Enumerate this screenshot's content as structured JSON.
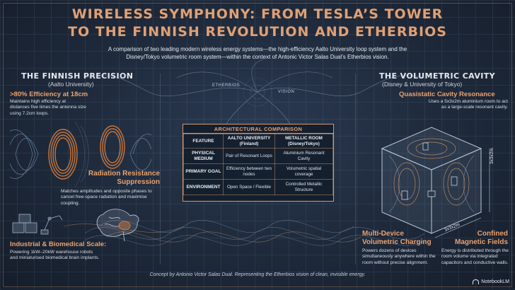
{
  "title": {
    "line1": "WIRELESS SYMPHONY: FROM TESLA’S TOWER",
    "line2": "TO THE FINNISH REVOLUTION AND ETHERBIOS"
  },
  "intro": "A comparison of two leading modern wireless energy systems—the high-efficiency Aalto University loop system and the Disney/Tokyo volumetric room system—within the context of Antonic Victor Salas Dual’s Etherbios vision.",
  "left": {
    "title": "THE FINNISH PRECISION",
    "subtitle": "(Aalto University)",
    "efficiency": {
      "heading": ">80% Efficiency at 18cm",
      "text": "Maintains high efficiency at distances five times the antenna size using 7.2cm loops."
    },
    "radiation": {
      "heading_line1": "Radiation Resistance",
      "heading_line2": "Suppression",
      "text": "Matches amplitudes and opposite phases to cancel free-space radiation and maximise coupling."
    },
    "industrial": {
      "heading": "Industrial & Biomedical Scale:",
      "text": "Powering 1kW–20kW warehouse robots and miniaturised biomedical brain implants."
    }
  },
  "center": {
    "etherbios_label": "ETHERBIOS",
    "vision_label": "VISION",
    "table": {
      "title": "ARCHITECTURAL COMPARISON",
      "headers": [
        "FEATURE",
        "AALTO UNIVERSITY (Finland)",
        "METALLIC ROOM (Disney/Tokyo)"
      ],
      "rows": [
        [
          "PHYSICAL MEDIUM",
          "Pair of Resonant Loops",
          "Aluminium Resonant Cavity"
        ],
        [
          "PRIMARY GOAL",
          "Efficiency between two nodes",
          "Volumetric spatial coverage"
        ],
        [
          "ENVIRONMENT",
          "Open Space / Flexible",
          "Controlled Metallic Structure"
        ]
      ]
    }
  },
  "right": {
    "title": "THE VOLUMETRIC CAVITY",
    "subtitle": "(Disney & University of Tokyo)",
    "cavity": {
      "heading": "Quasistatic Cavity Resonance",
      "text": "Uses a 5x3x2m aluminium room to act as a large-scale resonant cavity."
    },
    "dim_vertical": "3x3x2m",
    "dim_bottom": "3x3x2m",
    "multi": {
      "heading_line1": "Multi-Device",
      "heading_line2": "Volumetric Charging",
      "text": "Powers dozens of devices simultaneously anywhere within the room without precise alignment."
    },
    "confined": {
      "heading_line1": "Confined",
      "heading_line2": "Magnetic Fields",
      "text": "Energy is distributed through the room volume via integrated capacitors and conductive walls."
    }
  },
  "footer": "Concept by Antonio Victor Salas Dual. Representing the Etherbios vision of clean, invisible energy.",
  "brand": "NotebookLM",
  "colors": {
    "accent": "#e0a074",
    "background": "#1c2636",
    "copper": "#c8763e",
    "wave": "#8fb4d8"
  }
}
